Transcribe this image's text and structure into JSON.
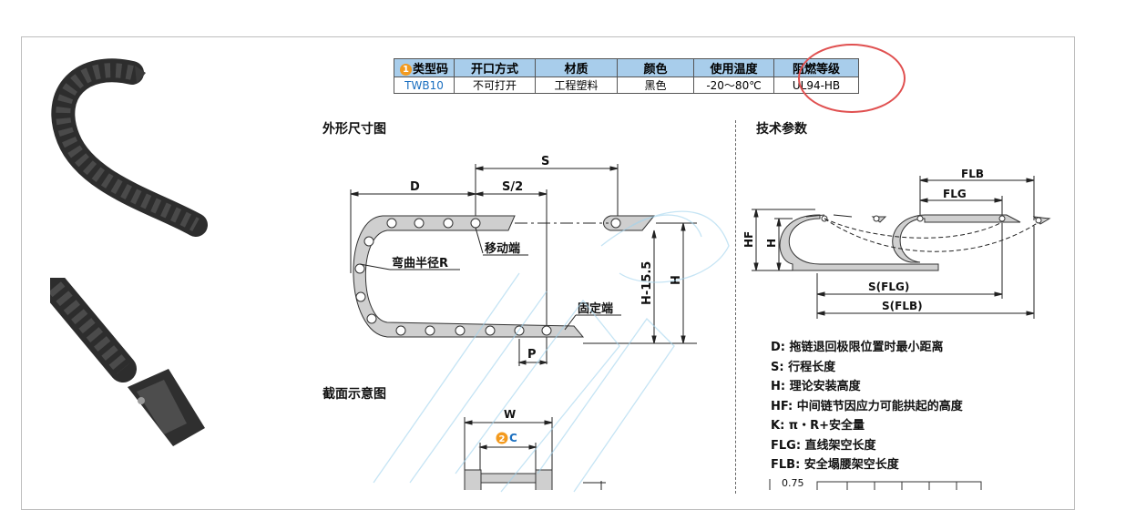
{
  "spec_table": {
    "badge": "1",
    "headers": [
      "类型码",
      "开口方式",
      "材质",
      "颜色",
      "使用温度",
      "阻燃等级"
    ],
    "row": [
      "TWB10",
      "不可打开",
      "工程塑料",
      "黑色",
      "-20～80℃",
      "UL94-HB"
    ]
  },
  "sections": {
    "outline": "外形尺寸图",
    "cross_section": "截面示意图",
    "tech_params": "技术参数"
  },
  "outline_labels": {
    "d": "D",
    "s": "S",
    "s_half": "S/2",
    "bend_radius": "弯曲半径R",
    "moving_end": "移动端",
    "fixed_end": "固定端",
    "h": "H",
    "h_minus": "H-15.5",
    "p": "P"
  },
  "cross_labels": {
    "w": "W",
    "c_badge": "2",
    "c": "C"
  },
  "tech_labels": {
    "flb": "FLB",
    "flg": "FLG",
    "hf": "HF",
    "h": "H",
    "s_flg": "S(FLG)",
    "s_flb": "S(FLB)"
  },
  "legend": [
    "D: 拖链退回极限位置时最小距离",
    "S: 行程长度",
    "H: 理论安装高度",
    "HF: 中间链节因应力可能拱起的高度",
    "K: π・R+安全量",
    "FLG: 直线架空长度",
    "FLB: 安全塌腰架空长度"
  ],
  "chart_stub": {
    "tick": "0.75"
  },
  "colors": {
    "table_header": "#a8cdeb",
    "code_text": "#1a6fc0",
    "badge": "#f39a1e",
    "ring": "#e05050",
    "chain_fill": "#cfcfcf"
  }
}
